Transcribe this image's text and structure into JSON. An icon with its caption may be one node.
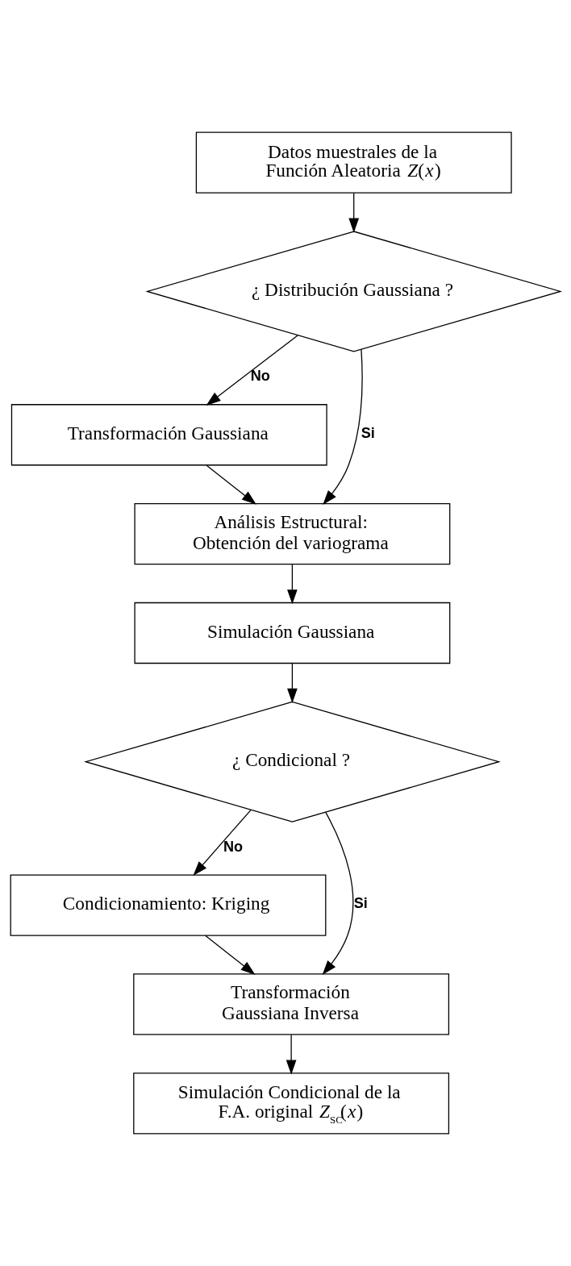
{
  "diagram": {
    "nodes": [
      {
        "text": [
          "Datos muestrales de la Función Aleatoria *Z*(*x*)"
        ]
      },
      {
        "text": [
          "¿ Distribución Gaussiana ?"
        ]
      },
      {
        "text": [
          "Transformación Gaussiana"
        ]
      },
      {
        "text": [
          "Análisis Estructural: Obtención del variograma"
        ]
      },
      {
        "text": [
          "Simulación Gaussiana"
        ]
      },
      {
        "text": [
          "¿ Condicional ?"
        ]
      },
      {
        "text": [
          "Condicionamiento: Kriging"
        ]
      },
      {
        "text": [
          "Transformación Gaussiana Inversa"
        ]
      },
      {
        "text": [
          "Simulación Condicional de la F.A. original *Z*$_{SC}$(*x*)"
        ]
      }
    ],
    "edges": [
      {
        "from": 0,
        "to": 1,
        "arrow": "to"
      },
      {
        "from": 1,
        "to": 2,
        "arrow": "to",
        "label": "No"
      },
      {
        "from": 1,
        "to": 3,
        "arrow": "to",
        "label": "Si"
      },
      {
        "from": 2,
        "to": 3,
        "arrow": "to"
      },
      {
        "from": 3,
        "to": 4,
        "arrow": "to"
      },
      {
        "from": 4,
        "to": 5,
        "arrow": "to"
      },
      {
        "from": 5,
        "to": 6,
        "arrow": "to",
        "label": "No"
      },
      {
        "from": 5,
        "to": 7,
        "arrow": "to",
        "label": "Si"
      },
      {
        "from": 6,
        "to": 7,
        "arrow": "to"
      },
      {
        "from": 7,
        "to": 8,
        "arrow": "to"
      }
    ]
  }
}
